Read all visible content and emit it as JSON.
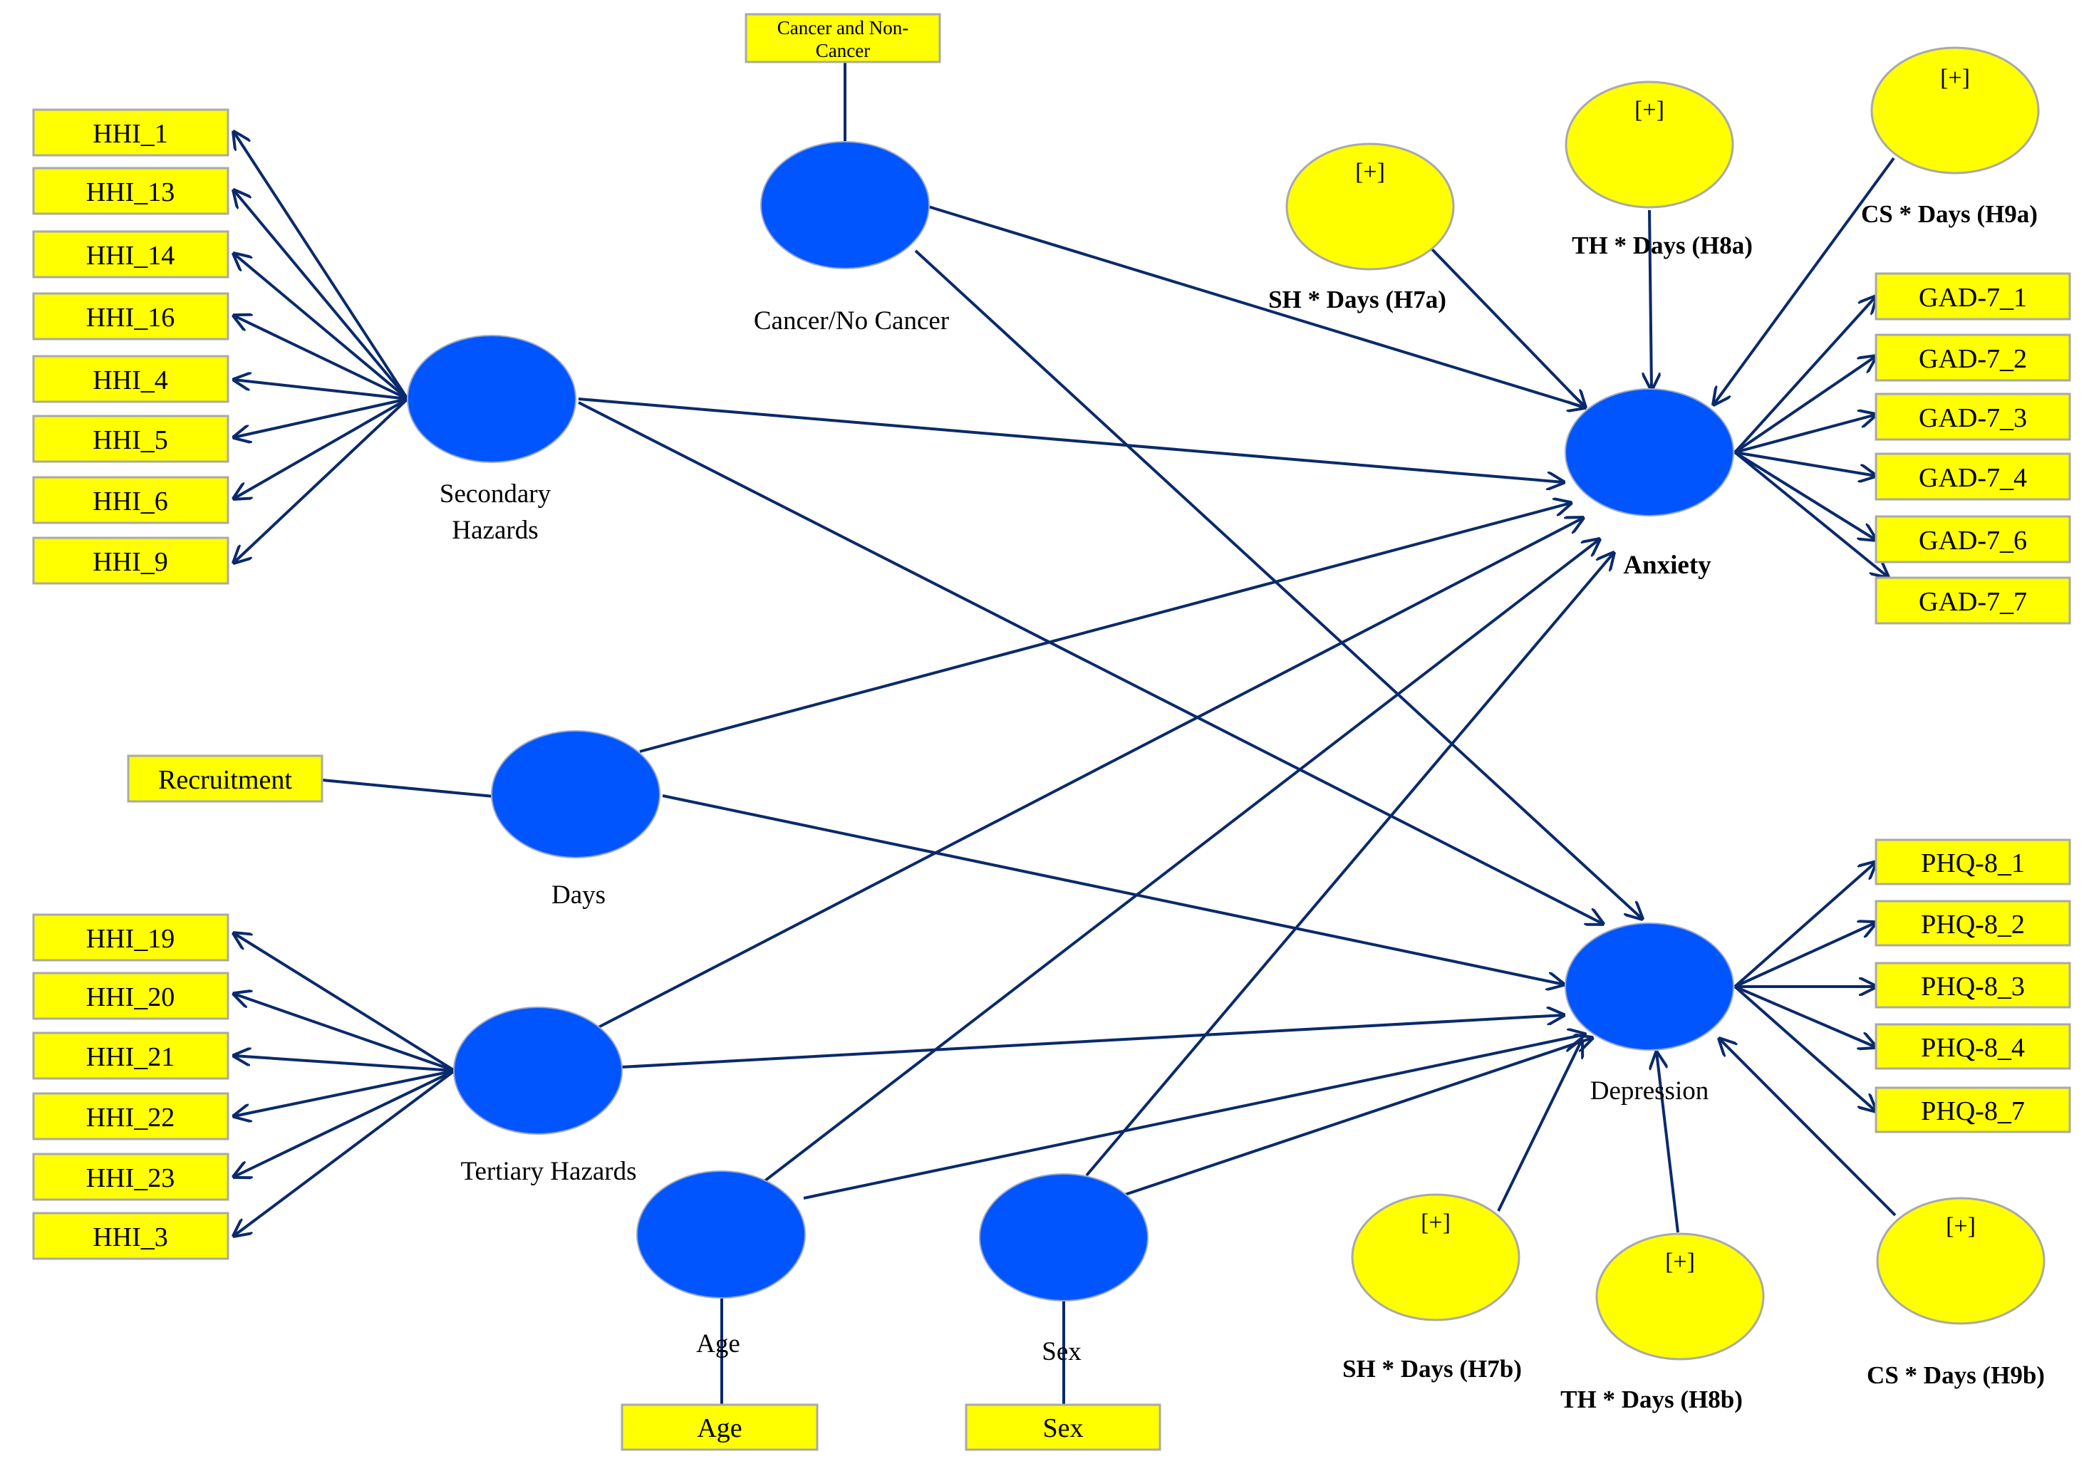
{
  "latent": {
    "cancer": "Cancer/No Cancer",
    "secondary": [
      "Secondary",
      "Hazards"
    ],
    "days": "Days",
    "tertiary": "Tertiary Hazards",
    "age": "Age",
    "sex": "Sex",
    "anxiety": "Anxiety",
    "depression": "Depression"
  },
  "indicators": {
    "cancer": [
      "Cancer and Non-",
      "Cancer"
    ],
    "secondary": [
      "HHI_1",
      "HHI_13",
      "HHI_14",
      "HHI_16",
      "HHI_4",
      "HHI_5",
      "HHI_6",
      "HHI_9"
    ],
    "recruitment": "Recruitment",
    "tertiary": [
      "HHI_19",
      "HHI_20",
      "HHI_21",
      "HHI_22",
      "HHI_23",
      "HHI_3"
    ],
    "age": "Age",
    "sex": "Sex",
    "anxiety": [
      "GAD-7_1",
      "GAD-7_2",
      "GAD-7_3",
      "GAD-7_4",
      "GAD-7_6",
      "GAD-7_7"
    ],
    "depression": [
      "PHQ-8_1",
      "PHQ-8_2",
      "PHQ-8_3",
      "PHQ-8_4",
      "PHQ-8_7"
    ]
  },
  "moderators": {
    "symbol": "[+]",
    "sh_a": "SH * Days (H7a)",
    "th_a": "TH * Days (H8a)",
    "cs_a": "CS * Days (H9a)",
    "sh_b": "SH * Days (H7b)",
    "th_b": "TH * Days (H8b)",
    "cs_b": "CS * Days (H9b)"
  },
  "colors": {
    "latent_fill": "#0055ff",
    "indicator_fill": "#ffff00",
    "moderator_fill": "#ffff00",
    "arrow": "#0a2a6b"
  }
}
